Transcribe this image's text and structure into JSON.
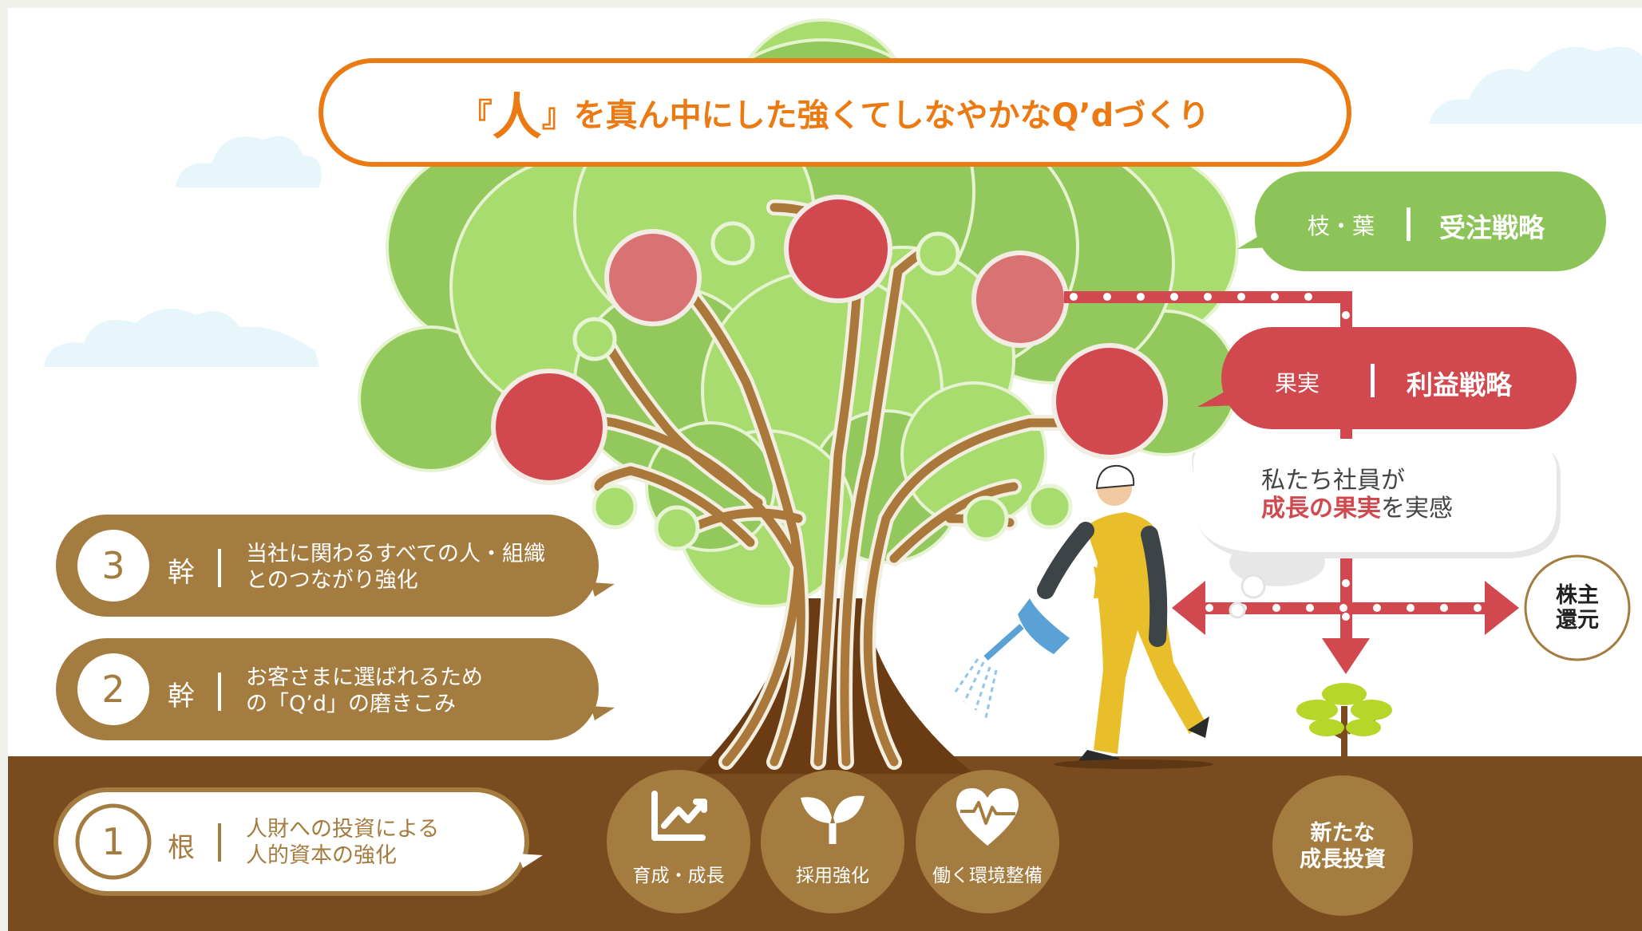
{
  "title": {
    "prefix_open": "『",
    "hito": "人",
    "prefix_close": "』",
    "rest": "を真ん中にした強くてしなやかなQ’dづくり"
  },
  "strategies": [
    {
      "part": "枝・葉",
      "name": "受注戦略",
      "color": "#8cc45a"
    },
    {
      "part": "果実",
      "name": "利益戦略",
      "color": "#d1494e"
    }
  ],
  "bubble": {
    "line1": "私たち社員が",
    "line2_highlight": "成長の果実",
    "line2_rest": "を実感"
  },
  "shareholder": "株主\n還元",
  "new_investment": "新たな\n成長投資",
  "levels": [
    {
      "num": "3",
      "type": "幹",
      "desc": "当社に関わるすべての人・組織\nとのつながり強化"
    },
    {
      "num": "2",
      "type": "幹",
      "desc": "お客さまに選ばれるため\nの「Q’d」の磨きこみ"
    },
    {
      "num": "1",
      "type": "根",
      "desc": "人財への投資による\n人的資本の強化"
    }
  ],
  "roots": [
    {
      "label": "育成・成長",
      "icon": "growth-chart-icon"
    },
    {
      "label": "採用強化",
      "icon": "sprout-icon"
    },
    {
      "label": "働く環境整備",
      "icon": "heart-pulse-icon"
    }
  ],
  "colors": {
    "orange": "#ec7a12",
    "green": "#8cc45a",
    "red": "#d1494e",
    "brown": "#a47c3f",
    "soil": "#7a4b1f"
  }
}
